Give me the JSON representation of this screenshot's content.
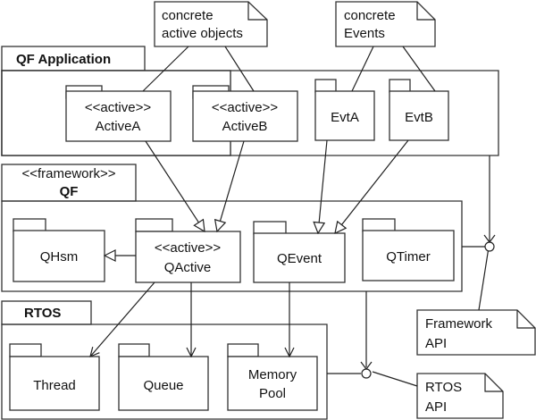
{
  "diagram": {
    "type": "UML package diagram",
    "notes": {
      "active_objects": [
        "concrete",
        "active objects"
      ],
      "events": [
        "concrete",
        "Events"
      ],
      "framework_api": [
        "Framework",
        "API"
      ],
      "rtos_api": [
        "RTOS",
        "API"
      ]
    },
    "packages": {
      "app": {
        "title": "QF Application",
        "children": {
          "activeA": {
            "stereotype": "<<active>>",
            "name": "ActiveA"
          },
          "activeB": {
            "stereotype": "<<active>>",
            "name": "ActiveB"
          },
          "evtA": {
            "name": "EvtA"
          },
          "evtB": {
            "name": "EvtB"
          }
        }
      },
      "qf": {
        "stereotype": "<<framework>>",
        "title": "QF",
        "children": {
          "qhsm": {
            "name": "QHsm"
          },
          "qactive": {
            "stereotype": "<<active>>",
            "name": "QActive"
          },
          "qevent": {
            "name": "QEvent"
          },
          "qtimer": {
            "name": "QTimer"
          }
        }
      },
      "rtos": {
        "title": "RTOS",
        "children": {
          "thread": {
            "name": "Thread"
          },
          "queue": {
            "name": "Queue"
          },
          "mempool": {
            "name": [
              "Memory",
              "Pool"
            ]
          }
        }
      }
    },
    "relationships": [
      {
        "from": "ActiveA",
        "to": "QActive",
        "kind": "generalization"
      },
      {
        "from": "ActiveB",
        "to": "QActive",
        "kind": "generalization"
      },
      {
        "from": "EvtA",
        "to": "QEvent",
        "kind": "generalization"
      },
      {
        "from": "EvtB",
        "to": "QEvent",
        "kind": "generalization"
      },
      {
        "from": "QActive",
        "to": "QHsm",
        "kind": "generalization"
      },
      {
        "from": "QActive",
        "to": "Thread",
        "kind": "dependency"
      },
      {
        "from": "QActive",
        "to": "Queue",
        "kind": "dependency"
      },
      {
        "from": "QEvent",
        "to": "Memory Pool",
        "kind": "dependency"
      },
      {
        "from": "QF Application",
        "to": "Framework API",
        "kind": "required-interface"
      },
      {
        "from": "QF",
        "to": "RTOS API",
        "kind": "required-interface"
      }
    ]
  }
}
